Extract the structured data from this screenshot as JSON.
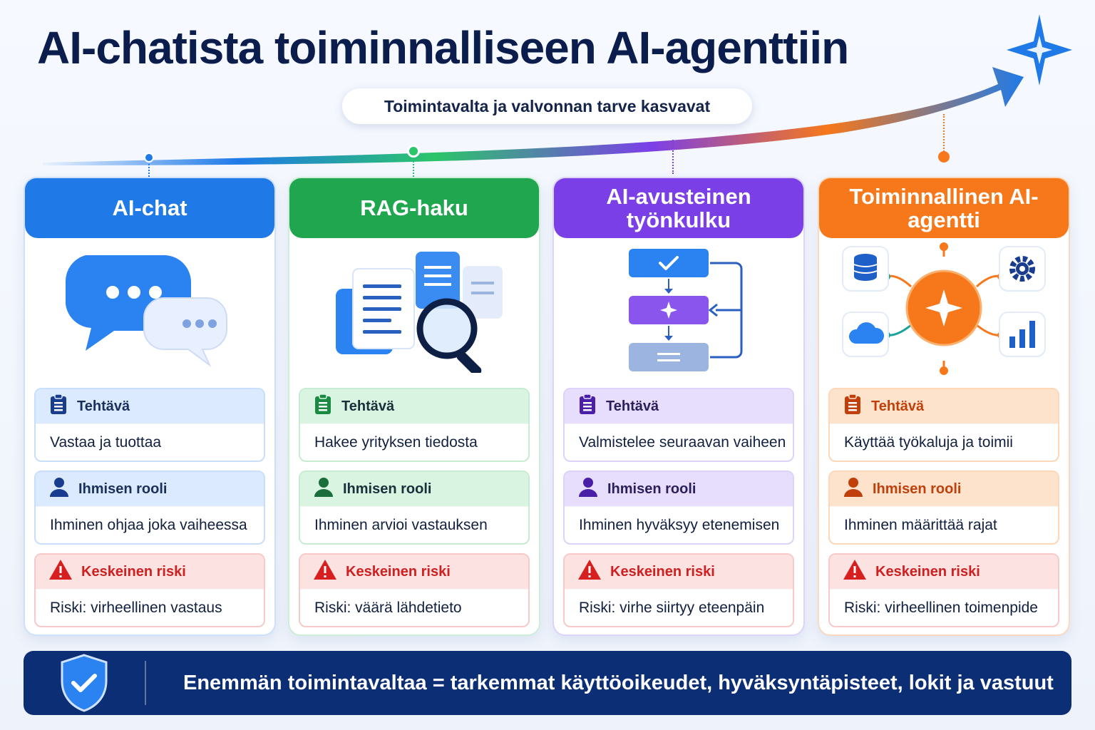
{
  "title": "AI-chatista toiminnalliseen AI-agenttiin",
  "subtitle": "Toimintavalta ja valvonnan tarve kasvavat",
  "colors": {
    "blue": "#1f7ae8",
    "green": "#1fa64f",
    "purple": "#7b3fe8",
    "orange": "#f6781a",
    "navy": "#0c2e74",
    "risk_red": "#cf1f1f"
  },
  "stages": [
    {
      "title": "AI-chat",
      "illustration": "chat-bubbles-icon",
      "task_label": "Tehtävä",
      "task": "Vastaa ja tuottaa",
      "role_label": "Ihmisen rooli",
      "role": "Ihminen ohjaa joka vaiheessa",
      "risk_label": "Keskeinen riski",
      "risk": "Riski:  virheellinen vastaus"
    },
    {
      "title": "RAG-haku",
      "illustration": "documents-search-icon",
      "task_label": "Tehtävä",
      "task": "Hakee yrityksen tiedosta",
      "role_label": "Ihmisen rooli",
      "role": "Ihminen arvioi vastauksen",
      "risk_label": "Keskeinen riski",
      "risk": "Riski: väärä lähdetieto"
    },
    {
      "title": "AI-avusteinen työnkulku",
      "illustration": "workflow-icon",
      "task_label": "Tehtävä",
      "task": "Valmistelee seuraavan vaiheen",
      "role_label": "Ihmisen rooli",
      "role": "Ihminen hyväksyy etenemisen",
      "risk_label": "Keskeinen riski",
      "risk": "Riski: virhe siirtyy eteenpäin"
    },
    {
      "title": "Toiminnallinen AI-agentti",
      "illustration": "agent-hub-icon",
      "task_label": "Tehtävä",
      "task": "Käyttää työkaluja ja toimii",
      "role_label": "Ihmisen rooli",
      "role": "Ihminen määrittää rajat",
      "risk_label": "Keskeinen riski",
      "risk": "Riski:  virheellinen toimenpide"
    }
  ],
  "footer": {
    "icon": "shield-check-icon",
    "text": "Enemmän toimintavaltaa = tarkemmat käyttöoikeudet, hyväksyntäpisteet, lokit ja vastuut"
  }
}
